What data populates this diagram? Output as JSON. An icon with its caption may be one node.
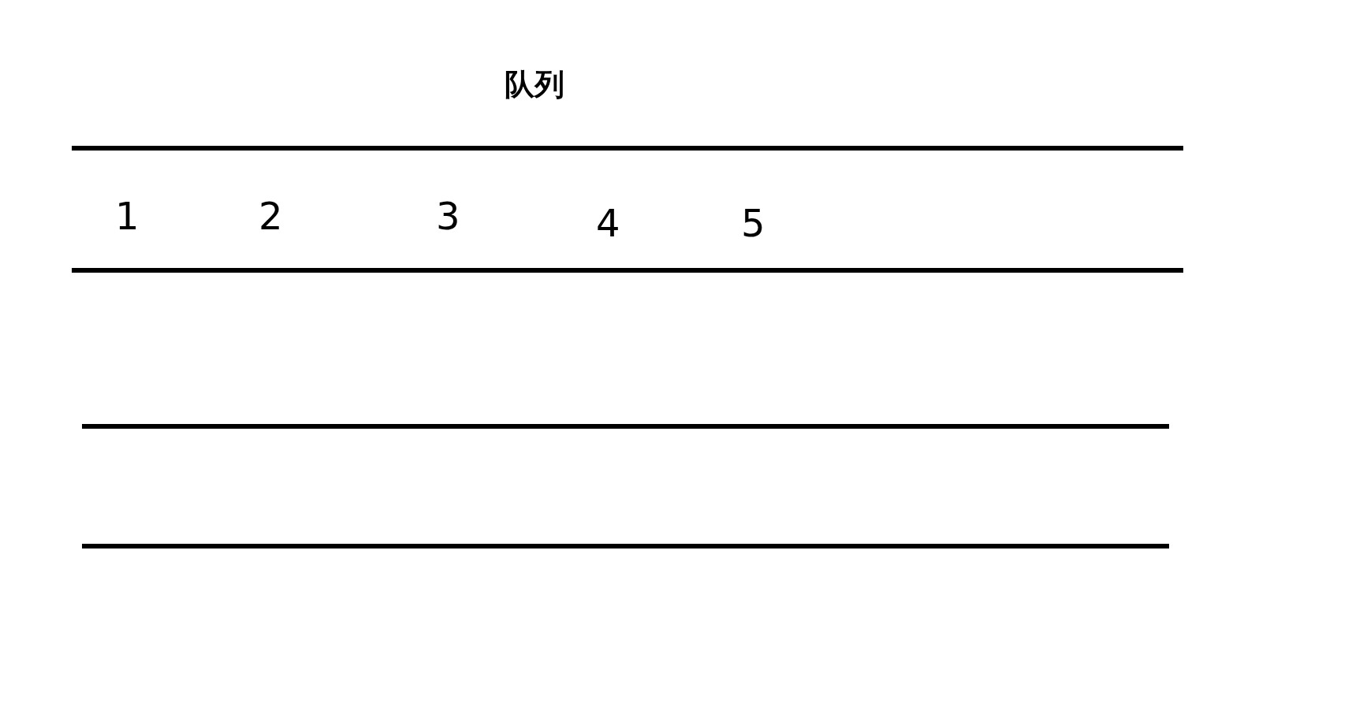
{
  "diagram": {
    "title": "队列",
    "labels": [
      "1",
      "2",
      "3",
      "4",
      "5"
    ]
  }
}
